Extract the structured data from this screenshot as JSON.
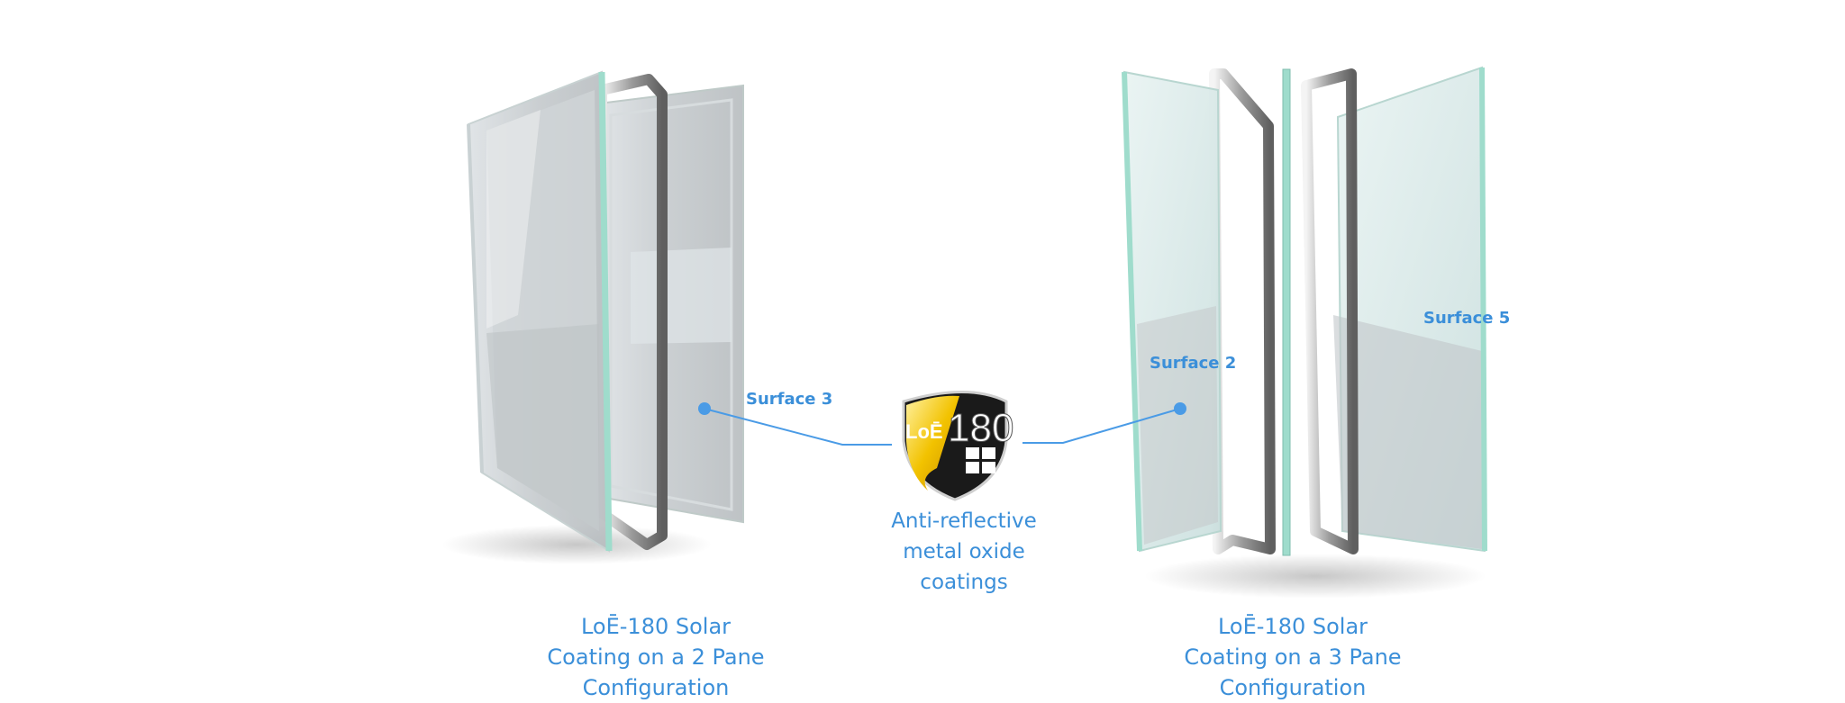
{
  "left_config": {
    "caption": [
      "LoĒ-180 Solar",
      "Coating on a 2 Pane",
      "Configuration"
    ],
    "callout": "Surface 3"
  },
  "badge": {
    "logo_prefix": "LoĒ",
    "logo_number": "180",
    "description": [
      "Anti-reflective",
      "metal oxide",
      "coatings"
    ]
  },
  "right_config": {
    "caption": [
      "LoĒ-180 Solar",
      "Coating on a 3 Pane",
      "Configuration"
    ],
    "callouts": [
      "Surface 2",
      "Surface 5"
    ]
  },
  "colors": {
    "accent": "#3b8fd9",
    "callout_line": "#4a9be6",
    "glass_edge": "#9fdccc",
    "spacer": "#8c8c8c",
    "badge_gold": "#f2c200"
  }
}
